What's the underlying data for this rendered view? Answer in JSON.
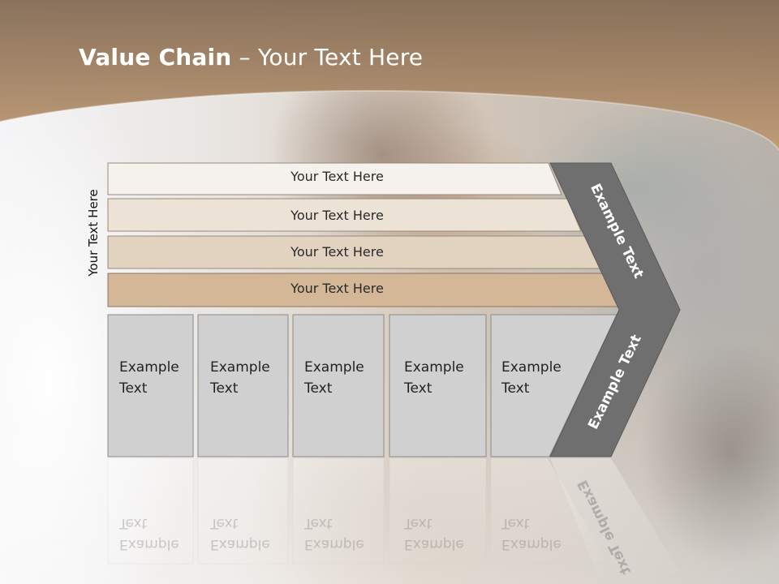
{
  "slide": {
    "title_bold": "Value Chain",
    "title_rest": " – Your Text Here",
    "vertical_label": "Your Text Here",
    "rows": [
      {
        "label": "Your Text Here",
        "color": "#f5f1ec"
      },
      {
        "label": "Your Text Here",
        "color": "#ece2d6"
      },
      {
        "label": "Your Text Here",
        "color": "#e2d2c0"
      },
      {
        "label": "Your Text Here",
        "color": "#d3b797"
      }
    ],
    "columns": [
      {
        "line1": "Example",
        "line2": "Text"
      },
      {
        "line1": "Example",
        "line2": "Text"
      },
      {
        "line1": "Example",
        "line2": "Text"
      },
      {
        "line1": "Example",
        "line2": "Text"
      },
      {
        "line1": "Example",
        "line2": "Text"
      }
    ],
    "arrow_upper_label": "Example Text",
    "arrow_lower_label": "Example Text",
    "colors": {
      "header_brown": "#b08a66",
      "column_gray": "#d0d0d0",
      "arrow_gray": "#6f6f6f"
    }
  }
}
